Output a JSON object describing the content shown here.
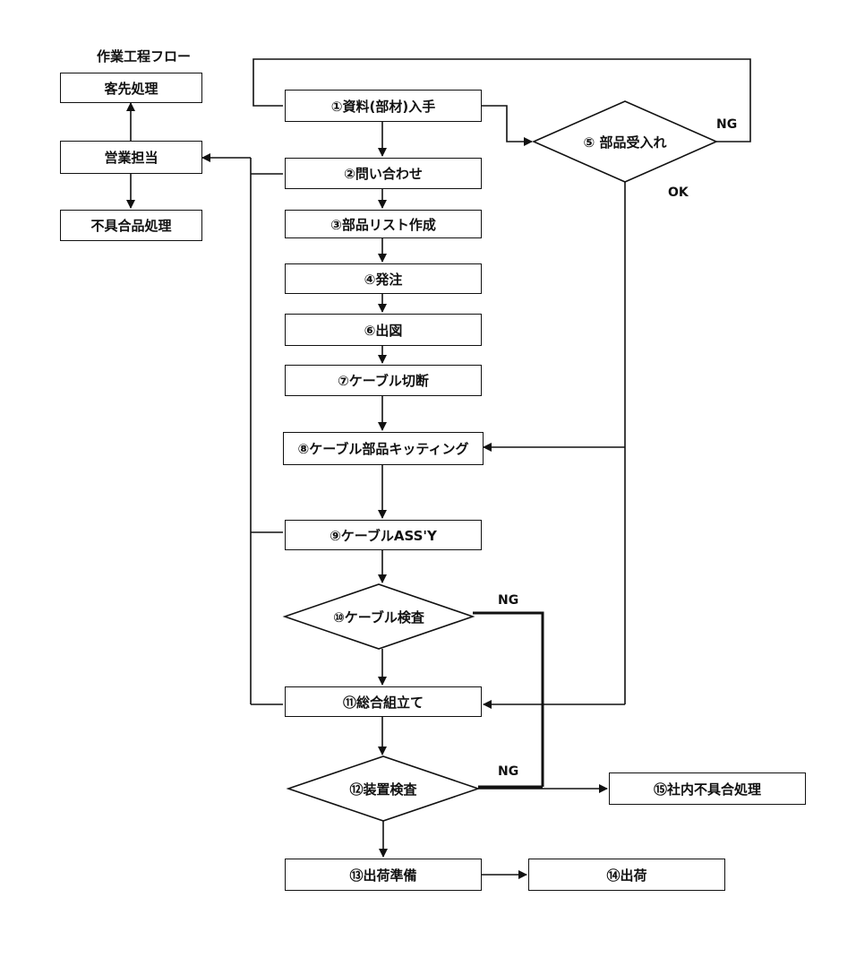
{
  "title": "作業工程フロー",
  "left_boxes": {
    "customer": "客先処理",
    "sales": "営業担当",
    "defect": "不具合品処理"
  },
  "steps": {
    "s1": "①資料(部材)入手",
    "s2": "②問い合わせ",
    "s3": "③部品リスト作成",
    "s4": "④発注",
    "s6": "⑥出図",
    "s7": "⑦ケーブル切断",
    "s8": "⑧ケーブル部品キッティング",
    "s9": "⑨ケーブルASS'Y",
    "s11": "⑪総合組立て",
    "s13": "⑬出荷準備",
    "s14": "⑭出荷",
    "s15": "⑮社内不具合処理"
  },
  "decisions": {
    "d5": "⑤ 部品受入れ",
    "d10": "⑩ケーブル検査",
    "d12": "⑫装置検査"
  },
  "branch_labels": {
    "ng_d5": "NG",
    "ok_d5": "OK",
    "ng_d10": "NG",
    "ng_d12": "NG"
  }
}
